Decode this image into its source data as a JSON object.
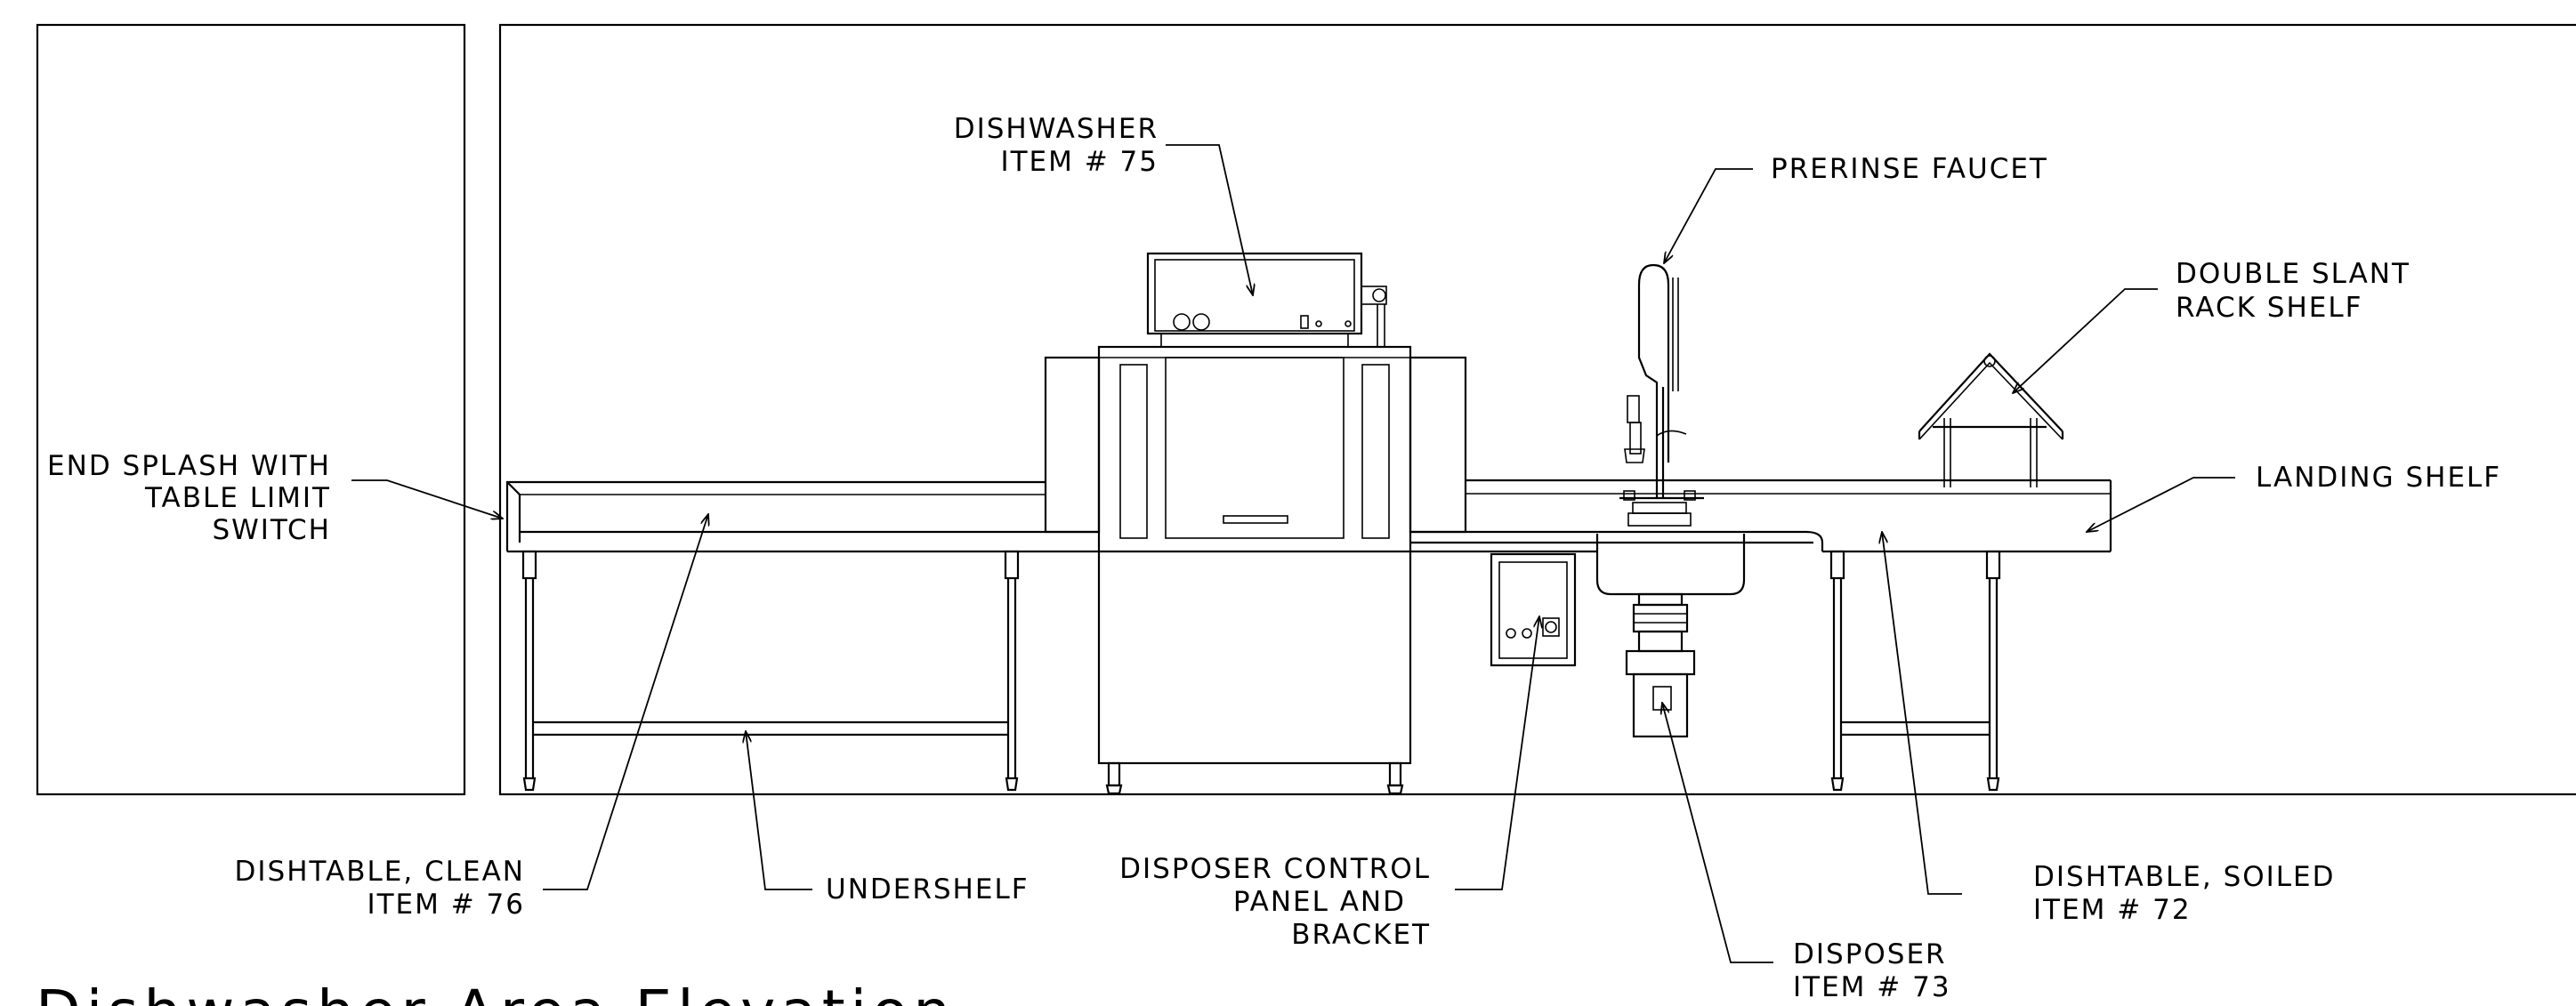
{
  "labels": {
    "dishwasher": [
      "DISHWASHER",
      "ITEM # 75"
    ],
    "prerinse_faucet": [
      "PRERINSE FAUCET"
    ],
    "double_slant_rack_shelf": [
      "DOUBLE SLANT",
      "RACK SHELF"
    ],
    "end_splash": [
      "END SPLASH WITH",
      "TABLE LIMIT",
      "SWITCH"
    ],
    "landing_shelf": [
      "LANDING SHELF"
    ],
    "dishtable_clean": [
      "DISHTABLE, CLEAN",
      "ITEM # 76"
    ],
    "undershelf": [
      "UNDERSHELF"
    ],
    "disposer_control_panel": [
      "DISPOSER CONTROL",
      "PANEL AND",
      "BRACKET"
    ],
    "dishtable_soiled": [
      "DISHTABLE, SOILED",
      "ITEM # 72"
    ],
    "disposer": [
      "DISPOSER",
      "ITEM # 73"
    ]
  },
  "title": "Dishwasher Area Elevation"
}
